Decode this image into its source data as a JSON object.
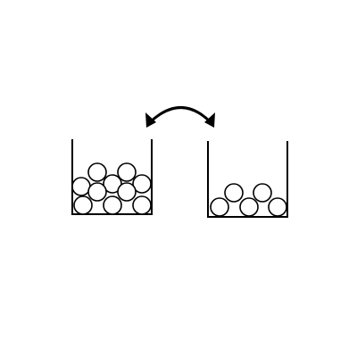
{
  "diagram": {
    "stroke_color": "#000000",
    "background_color": "#ffffff",
    "ball_fill": "#ffffff",
    "left_container": {
      "ball_count": 10
    },
    "right_container": {
      "ball_count": 5
    },
    "exchange_arrow": {
      "style": "curved double-headed",
      "icon": "double-arrow-curved-icon"
    }
  }
}
